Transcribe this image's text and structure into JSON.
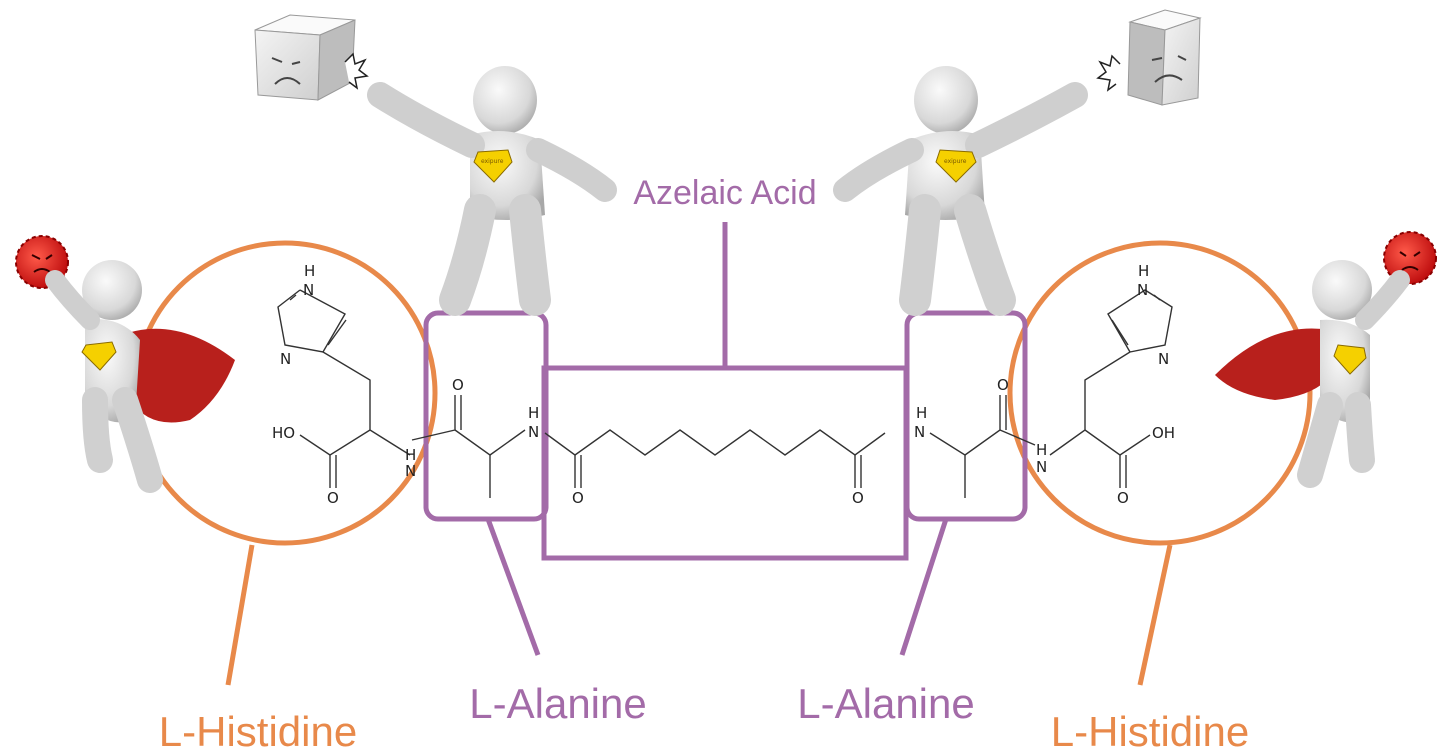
{
  "labels": {
    "azelaic_acid": "Azelaic Acid",
    "alanine_left": "L-Alanine",
    "alanine_right": "L-Alanine",
    "histidine_left": "L-Histidine",
    "histidine_right": "L-Histidine"
  },
  "atoms": {
    "left_nh_ring": "H",
    "left_nh_ring_n": "N",
    "left_n_ring": "N",
    "left_ho": "HO",
    "left_o_acid": "O",
    "left_nh_amide_h": "H",
    "left_nh_amide_n": "N",
    "left_o_ala": "O",
    "left_nh_ala_h": "H",
    "left_nh_ala_n": "N",
    "left_o_aze": "O",
    "right_o_aze": "O",
    "right_nh_ala_h": "H",
    "right_nh_ala_n": "N",
    "right_o_ala": "O",
    "right_nh_amide_h": "H",
    "right_nh_amide_n": "N",
    "right_oh": "OH",
    "right_o_acid": "O",
    "right_nh_ring": "H",
    "right_nh_ring_n": "N",
    "right_n_ring": "N"
  },
  "badge_text": "exipure",
  "colors": {
    "purple": "#a36ba8",
    "orange": "#e8894a",
    "cape": "#b8201c",
    "virus": "#e02020",
    "badge": "#f5d000",
    "figure": "#d9d9d9"
  },
  "icons": [
    "stick-figure",
    "sad-cube-icon",
    "virus-icon",
    "cape-icon",
    "shield-badge-icon"
  ]
}
